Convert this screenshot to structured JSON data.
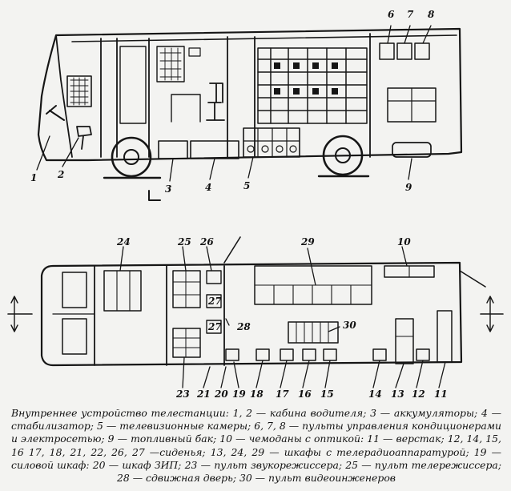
{
  "diagram": {
    "side_view_labels": [
      "1",
      "2",
      "3",
      "4",
      "5",
      "6",
      "7",
      "8",
      "9"
    ],
    "plan_view_labels": [
      "24",
      "25",
      "26",
      "27",
      "27",
      "28",
      "29",
      "10",
      "30",
      "23",
      "21",
      "20",
      "19",
      "18",
      "17",
      "16",
      "15",
      "14",
      "13",
      "12",
      "11"
    ]
  },
  "caption": {
    "text": "Внутреннее устройство телестанции: 1, 2 — кабина водителя; 3 — аккумуляторы; 4 — стабилизатор; 5 — телевизионные камеры; 6, 7, 8 — пульты управления кондиционерами и электросетью; 9 — топливный бак; 10 — чемоданы с оптикой: 11 — верстак; 12, 14, 15, 16 17, 18, 21, 22, 26, 27 —сиденья; 13, 24, 29 — шкафы с телерадиоаппаратурой; 19 — силовой шкаф: 20 — шкаф ЗИП; 23 — пульт звукорежиссера; 25 — пульт телережиссера; 28 — сдвижная дверь; 30 — пульт видеоинженеров"
  }
}
